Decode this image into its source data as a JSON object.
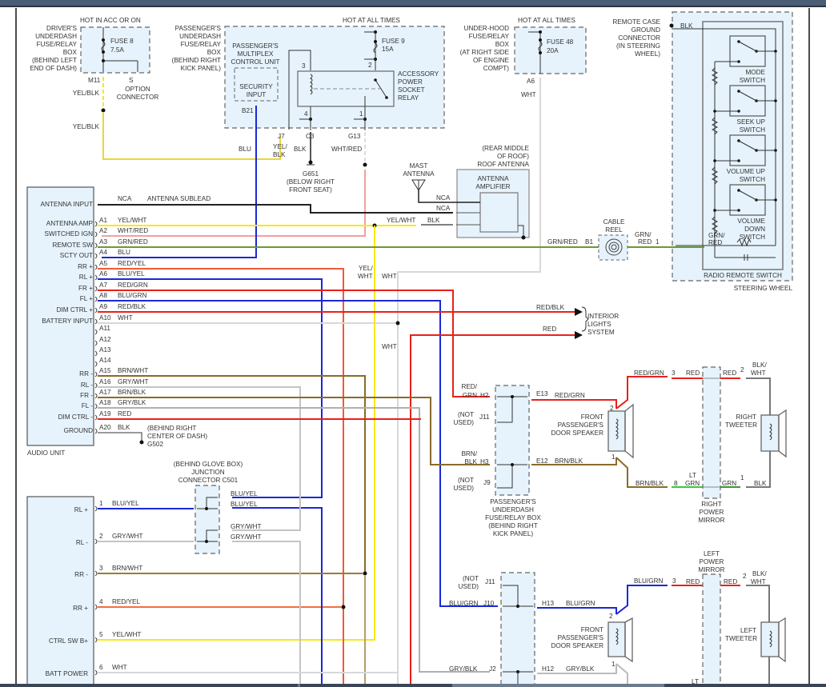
{
  "title": "Audio System Wiring Diagram",
  "colors": {
    "YEL": "#f5ea10",
    "BLU": "#1a28d8",
    "RED": "#e8211b",
    "WHT": "#d8d8d8",
    "PINK": "#f2a0a0",
    "GRN_RED": "#6a9a30",
    "BRN": "#8a6b28",
    "TAN": "#b49e6a",
    "GRY": "#c4c4c4",
    "LTGRN": "#3ac93a",
    "GRN": "#3a9a28",
    "RED_YEL": "#f07040",
    "BLK": "#222222"
  },
  "drivers_box": {
    "label": [
      "DRIVER'S",
      "UNDERDASH",
      "FUSE/RELAY",
      "BOX",
      "(BEHIND LEFT",
      "END OF DASH)"
    ],
    "hot": "HOT IN ACC OR ON",
    "fuse": "FUSE 8",
    "rating": "7.5A",
    "pin_m": "M11",
    "pin_s": "S",
    "option": [
      "OPTION",
      "CONNECTOR"
    ],
    "wire1": "YEL/BLK",
    "wire2": "YEL/BLK"
  },
  "passenger_box": {
    "label": [
      "PASSENGER'S",
      "UNDERDASH",
      "FUSE/RELAY",
      "BOX",
      "(BEHIND RIGHT",
      "KICK PANEL)"
    ],
    "hot": "HOT AT ALL TIMES",
    "fuse": "FUSE 9",
    "rating": "15A",
    "mcu": [
      "PASSENGER'S",
      "MULTIPLEX",
      "CONTROL UNIT"
    ],
    "security": [
      "SECURITY",
      "INPUT"
    ],
    "relay": [
      "ACCESSORY",
      "POWER",
      "SOCKET",
      "RELAY"
    ],
    "pins": {
      "b21": "B21",
      "j7": "J7",
      "c3": "C3",
      "g13": "G13",
      "p3": "3",
      "p2": "2",
      "p4": "4",
      "p1": "1"
    },
    "wires": {
      "blu": "BLU",
      "yel_blk": [
        "YEL/",
        "BLK"
      ],
      "blk": "BLK",
      "wht_red": "WHT/RED"
    },
    "ground": [
      "G651",
      "(BELOW RIGHT",
      "FRONT SEAT)"
    ]
  },
  "underhood_box": {
    "label": [
      "UNDER-HOOD",
      "FUSE/RELAY",
      "BOX",
      "(AT RIGHT SIDE",
      "OF ENGINE",
      "COMPT)"
    ],
    "hot": "HOT AT ALL TIMES",
    "fuse": "FUSE 48",
    "rating": "20A",
    "pin": "A6",
    "wire": "WHT"
  },
  "steering": {
    "ground_label": [
      "REMOTE CASE",
      "GROUND",
      "CONNECTOR",
      "(IN STEERING",
      "WHEEL)"
    ],
    "blk": "BLK",
    "switches": [
      [
        "MODE",
        "SWITCH"
      ],
      [
        "SEEK UP",
        "SWITCH"
      ],
      [
        "VOLUME UP",
        "SWITCH"
      ],
      [
        "VOLUME",
        "DOWN",
        "SWITCH"
      ]
    ],
    "remote_switch": "RADIO REMOTE SWITCH",
    "wheel": "STEERING WHEEL",
    "grn_red": [
      "GRN/",
      "RED"
    ]
  },
  "cable_reel": {
    "label": [
      "CABLE",
      "REEL"
    ],
    "pin_b1": "B1",
    "wire_left": "GRN/RED",
    "wire_right": [
      "GRN/",
      "RED"
    ],
    "pin_1": "1"
  },
  "antenna": {
    "roof_loc": [
      "(REAR MIDDLE",
      "OF ROOF)",
      "ROOF ANTENNA"
    ],
    "amp": [
      "ANTENNA",
      "AMPLIFIER"
    ],
    "mast": [
      "MAST",
      "ANTENNA"
    ],
    "nca1": "NCA",
    "nca2": "NCA",
    "yel_wht": "YEL/WHT",
    "blk": "BLK"
  },
  "audio_unit": {
    "name": "AUDIO UNIT",
    "antenna_input": "ANTENNA INPUT",
    "antenna_nca": "NCA",
    "antenna_sublead": "ANTENNA SUBLEAD",
    "pins": [
      {
        "label": "ANTENNA AMP",
        "pin": "A1",
        "wire": "YEL/WHT"
      },
      {
        "label": "SWITCHED IGN",
        "pin": "A2",
        "wire": "WHT/RED"
      },
      {
        "label": "REMOTE SW",
        "pin": "A3",
        "wire": "GRN/RED"
      },
      {
        "label": "SCTY OUT",
        "pin": "A4",
        "wire": "BLU"
      },
      {
        "label": "RR +",
        "pin": "A5",
        "wire": "RED/YEL"
      },
      {
        "label": "RL +",
        "pin": "A6",
        "wire": "BLU/YEL"
      },
      {
        "label": "FR +",
        "pin": "A7",
        "wire": "RED/GRN"
      },
      {
        "label": "FL +",
        "pin": "A8",
        "wire": "BLU/GRN"
      },
      {
        "label": "DIM CTRL +",
        "pin": "A9",
        "wire": "RED/BLK"
      },
      {
        "label": "BATTERY INPUT",
        "pin": "A10",
        "wire": "WHT"
      },
      {
        "label": "",
        "pin": "A11",
        "wire": ""
      },
      {
        "label": "",
        "pin": "A12",
        "wire": ""
      },
      {
        "label": "",
        "pin": "A13",
        "wire": ""
      },
      {
        "label": "",
        "pin": "A14",
        "wire": ""
      },
      {
        "label": "RR -",
        "pin": "A15",
        "wire": "BRN/WHT"
      },
      {
        "label": "RL -",
        "pin": "A16",
        "wire": "GRY/WHT"
      },
      {
        "label": "FR -",
        "pin": "A17",
        "wire": "BRN/BLK"
      },
      {
        "label": "FL -",
        "pin": "A18",
        "wire": "GRY/BLK"
      },
      {
        "label": "DIM CTRL -",
        "pin": "A19",
        "wire": "RED"
      },
      {
        "label": "GROUND",
        "pin": "A20",
        "wire": "BLK"
      }
    ],
    "ground": [
      "(BEHIND RIGHT",
      "CENTER OF DASH)",
      "G502"
    ]
  },
  "vert_labels": {
    "yel_wht": [
      "YEL/",
      "WHT"
    ],
    "wht1": "WHT",
    "wht2": "WHT"
  },
  "interior": {
    "red_blk": "RED/BLK",
    "red": "RED",
    "label": [
      "INTERIOR",
      "LIGHTS",
      "SYSTEM"
    ]
  },
  "junction": {
    "label": [
      "(BEHIND GLOVE BOX)",
      "JUNCTION",
      "CONNECTOR C501"
    ],
    "wires": [
      "BLU/YEL",
      "BLU/YEL",
      "GRY/WHT",
      "GRY/WHT"
    ]
  },
  "lower_unit": {
    "pins": [
      {
        "label": "RL +",
        "pin": "1",
        "wire": "BLU/YEL"
      },
      {
        "label": "RL -",
        "pin": "2",
        "wire": "GRY/WHT"
      },
      {
        "label": "RR -",
        "pin": "3",
        "wire": "BRN/WHT"
      },
      {
        "label": "RR +",
        "pin": "4",
        "wire": "RED/YEL"
      },
      {
        "label": "CTRL SW B+",
        "pin": "5",
        "wire": "YEL/WHT"
      },
      {
        "label": "BATT POWER",
        "pin": "6",
        "wire": "WHT"
      }
    ]
  },
  "pass_box_mid": {
    "label": [
      "PASSENGER'S",
      "UNDERDASH",
      "FUSE/RELAY BOX",
      "(BEHIND RIGHT",
      "KICK PANEL)"
    ],
    "h2_wire": [
      "RED/",
      "GRN"
    ],
    "h2": "H2",
    "j11": "J11",
    "not_used": [
      "(NOT",
      "USED)"
    ],
    "h3_wire": [
      "BRN/",
      "BLK"
    ],
    "h3": "H3",
    "j9": "J9",
    "e13": "E13",
    "e12": "E12",
    "e13_wire": "RED/GRN",
    "e12_wire": "BRN/BLK"
  },
  "right_front": {
    "speaker": [
      "FRONT",
      "PASSENGER'S",
      "DOOR SPEAKER"
    ],
    "pin2": "2",
    "pin1": "1",
    "red_grn": "RED/GRN",
    "p3": "3",
    "red1": "RED",
    "red2": "RED",
    "p2": "2",
    "blk_wht": [
      "BLK/",
      "WHT"
    ],
    "tweeter": [
      "RIGHT",
      "TWEETER"
    ],
    "brn_blk": "BRN/BLK",
    "p8": "8",
    "lt_grn": [
      "LT",
      "GRN"
    ],
    "grn": "GRN",
    "p1": "1",
    "blk": "BLK",
    "mirror": [
      "RIGHT",
      "POWER",
      "MIRROR"
    ]
  },
  "left_front": {
    "box_j11": "J11",
    "not_used": [
      "(NOT",
      "USED)"
    ],
    "j10_wire": "BLU/GRN",
    "j10": "J10",
    "h13": "H13",
    "h13_wire": "BLU/GRN",
    "j2_wire": "GRY/BLK",
    "j2": "J2",
    "h12": "H12",
    "h12_wire": "GRY/BLK",
    "speaker": [
      "FRONT",
      "PASSENGER'S",
      "DOOR SPEAKER"
    ],
    "pin2": "2",
    "pin1": "1",
    "blu_grn": "BLU/GRN",
    "p3": "3",
    "red1": "RED",
    "red2": "RED",
    "p2": "2",
    "blk_wht": [
      "BLK/",
      "WHT"
    ],
    "tweeter": [
      "LEFT",
      "TWEETER"
    ],
    "mirror": [
      "LEFT",
      "POWER",
      "MIRROR"
    ],
    "lt": "LT"
  }
}
